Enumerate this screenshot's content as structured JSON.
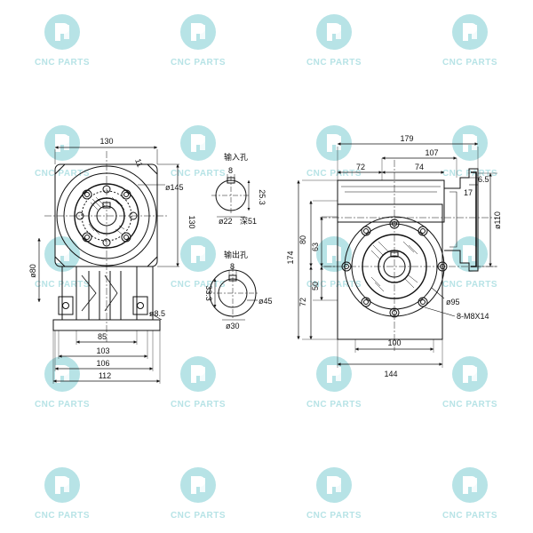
{
  "watermark": {
    "text": "CNC PARTS",
    "color": "#b7e3e6",
    "icon": "cnc-parts-logo-icon"
  },
  "labels": {
    "input_hole": "输入孔",
    "output_hole": "输出孔"
  },
  "left_view": {
    "dims": {
      "top_width": "130",
      "chamfer": "11",
      "flange_dia": "ø145",
      "right_height": "130",
      "left_dia": "ø80",
      "foot_hole": "ø8.5",
      "d85": "85",
      "d103": "103",
      "d106": "106",
      "d112": "112"
    }
  },
  "input_hole_view": {
    "dims": {
      "key_width": "8",
      "keyway_height": "25.3",
      "bore": "ø22",
      "depth": "深51"
    }
  },
  "output_hole_view": {
    "dims": {
      "key_width": "8",
      "keyway_height": "33.3",
      "bore": "ø30",
      "outer": "ø45"
    }
  },
  "right_view": {
    "dims": {
      "d179": "179",
      "d107": "107",
      "d72": "72",
      "d74": "74",
      "d6_5": "6.5",
      "d17": "17",
      "d110": "ø110",
      "d80": "80",
      "d63": "63",
      "d174": "174",
      "d50": "50",
      "d72v": "72",
      "d95": "ø95",
      "bolts": "8-M8X14",
      "d100": "100",
      "d144": "144"
    }
  }
}
